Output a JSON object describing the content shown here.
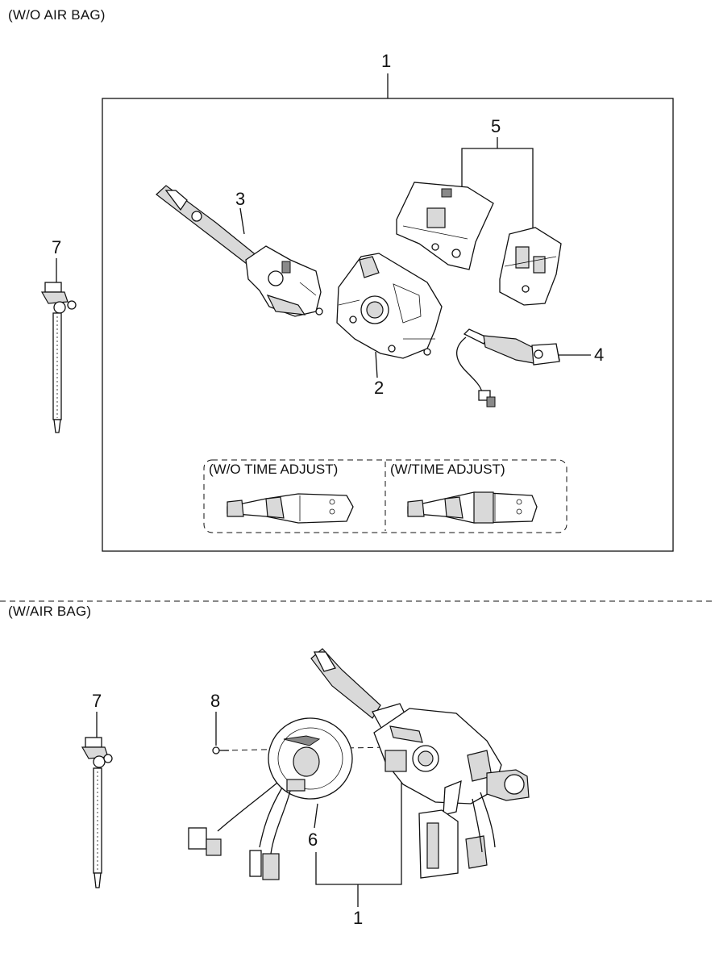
{
  "sections": {
    "without_airbag": {
      "title": "(W/O AIR BAG)"
    },
    "with_airbag": {
      "title": "(W/AIR BAG)"
    }
  },
  "options": {
    "without_time_adjust": "(W/O TIME ADJUST)",
    "with_time_adjust": "(W/TIME ADJUST)"
  },
  "callouts": {
    "assembly_top": "1",
    "body": "2",
    "lighting_switch": "3",
    "wiper_switch": "4",
    "switch_brackets": "5",
    "tie_strap_top": "7",
    "tie_strap_bottom": "7",
    "screw": "8",
    "clock_spring": "6",
    "assembly_bottom": "1"
  }
}
